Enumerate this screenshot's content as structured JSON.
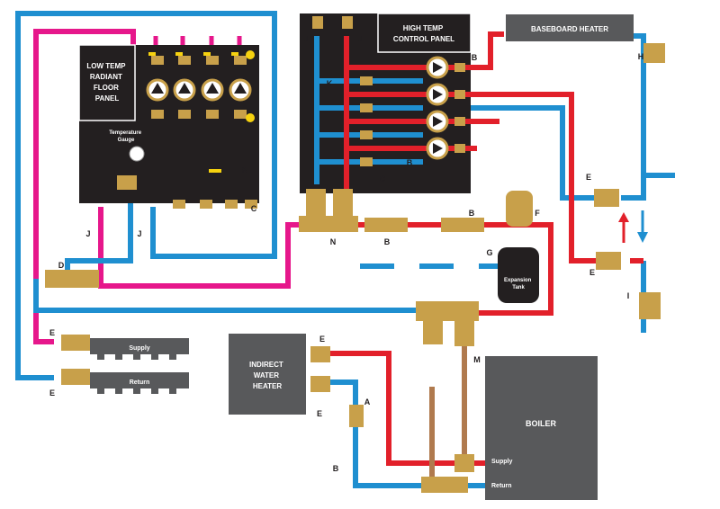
{
  "panels": {
    "low_temp": [
      "LOW TEMP",
      "RADIANT",
      "FLOOR",
      "PANEL"
    ],
    "temp_gauge": [
      "Temperature",
      "Gauge"
    ],
    "high_temp": [
      "HIGH TEMP",
      "CONTROL PANEL"
    ],
    "baseboard": "BASEBOARD HEATER",
    "indirect": [
      "INDIRECT",
      "WATER",
      "HEATER"
    ],
    "boiler": "BOILER",
    "expansion_tank": [
      "Expansion",
      "Tank"
    ]
  },
  "manifold": {
    "supply": "Supply",
    "return": "Return"
  },
  "boiler_ports": {
    "supply": "Supply",
    "return": "Return"
  },
  "callouts": {
    "A": "A",
    "B": "B",
    "C": "C",
    "D": "D",
    "E": "E",
    "F": "F",
    "G": "G",
    "H": "H",
    "I": "I",
    "J": "J",
    "K": "K",
    "L": "L",
    "M": "M",
    "N": "N"
  },
  "colors": {
    "hot_supply": "#e2202a",
    "return": "#1f8fd0",
    "low_temp_supply": "#e6178b",
    "panel": "#231f20",
    "boiler": "#58595b",
    "brass": "#c8a04a",
    "valve_handle": "#f6d20f"
  }
}
